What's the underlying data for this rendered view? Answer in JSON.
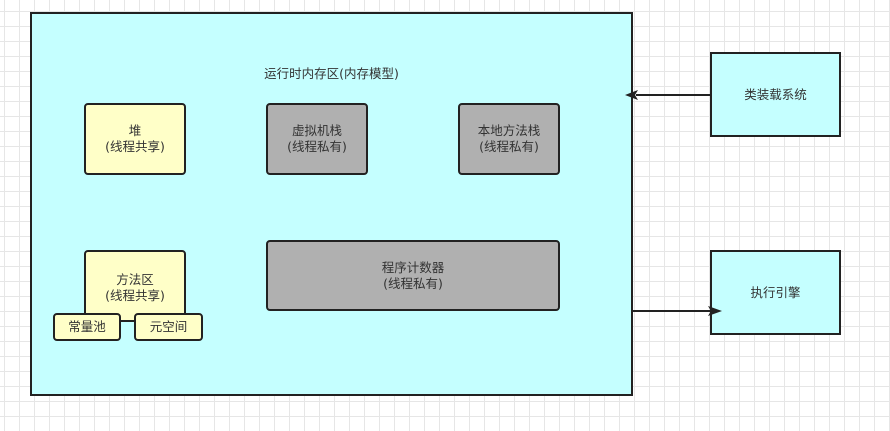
{
  "diagram": {
    "runtime_area": {
      "title": "运行时内存区(内存模型)"
    },
    "heap": {
      "name": "堆",
      "scope": "(线程共享)"
    },
    "vm_stack": {
      "name": "虚拟机栈",
      "scope": "(线程私有)"
    },
    "native_stack": {
      "name": "本地方法栈",
      "scope": "(线程私有)"
    },
    "method_area": {
      "name": "方法区",
      "scope": "(线程共享)"
    },
    "constant_pool": {
      "name": "常量池"
    },
    "metaspace": {
      "name": "元空间"
    },
    "program_counter": {
      "name": "程序计数器",
      "scope": "(线程私有)"
    },
    "class_loader": {
      "name": "类装载系统"
    },
    "execution_engine": {
      "name": "执行引擎"
    },
    "colors": {
      "region_fill": "#c5ffff",
      "shared_fill": "#ffffc8",
      "private_fill": "#b0b0b0",
      "stroke": "#222222"
    }
  }
}
